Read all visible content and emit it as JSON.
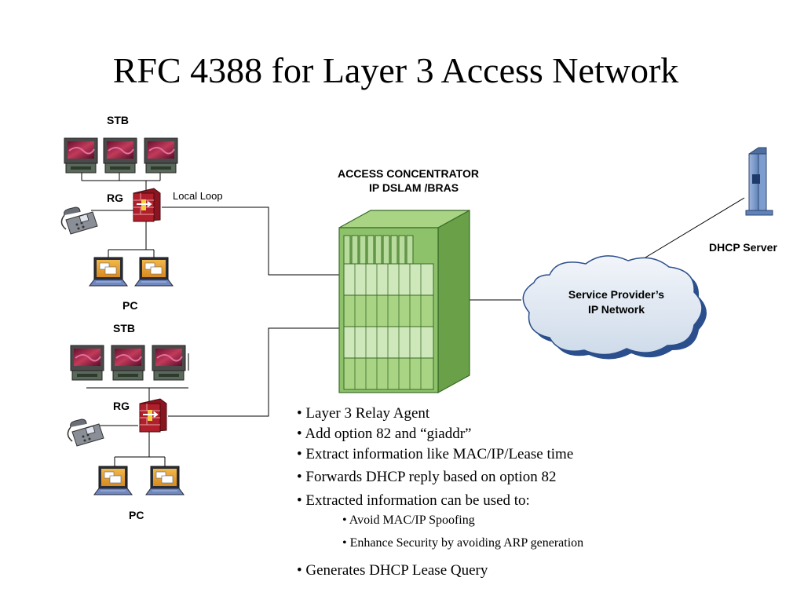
{
  "slide": {
    "title": "RFC 4388 for Layer 3 Access Network"
  },
  "diagram": {
    "stb_label_top": "STB",
    "rg_label_top": "RG",
    "local_loop_label": "Local Loop",
    "pc_label_top": "PC",
    "stb_label_bottom": "STB",
    "rg_label_bottom": "RG",
    "pc_label_bottom": "PC",
    "concentrator_line1": "ACCESS CONCENTRATOR",
    "concentrator_line2": "IP DSLAM /BRAS",
    "dhcp_server_label": "DHCP Server",
    "cloud_line1": "Service Provider’s",
    "cloud_line2": "IP Network"
  },
  "bullets": [
    {
      "text": "• Layer 3 Relay Agent"
    },
    {
      "text": "• Add option 82 and “giaddr”"
    },
    {
      "text": "• Extract information like MAC/IP/Lease time"
    },
    {
      "text": "• Forwards DHCP reply based on option 82"
    },
    {
      "text": "• Extracted information can be used to:",
      "sub": [
        {
          "text": "• Avoid MAC/IP Spoofing"
        },
        {
          "text": "• Enhance Security by avoiding ARP generation"
        }
      ]
    },
    {
      "text": "• Generates DHCP Lease Query"
    }
  ],
  "colors": {
    "concentrator_green": "#8dc26b",
    "firewall_red": "#b0202c",
    "cloud_blue": "#2b4f8c",
    "cloud_fill": "#dde6f2",
    "server_blue": "#6f93c8",
    "stb_screen": "#a02040",
    "laptop_screen": "#e6a23a"
  },
  "icons": {
    "stb": "tv-stb-icon",
    "router": "firewall-router-icon",
    "phone": "telephone-icon",
    "pc": "laptop-icon",
    "concentrator": "rack-chassis-icon",
    "server": "tower-server-icon",
    "network": "cloud-icon"
  }
}
